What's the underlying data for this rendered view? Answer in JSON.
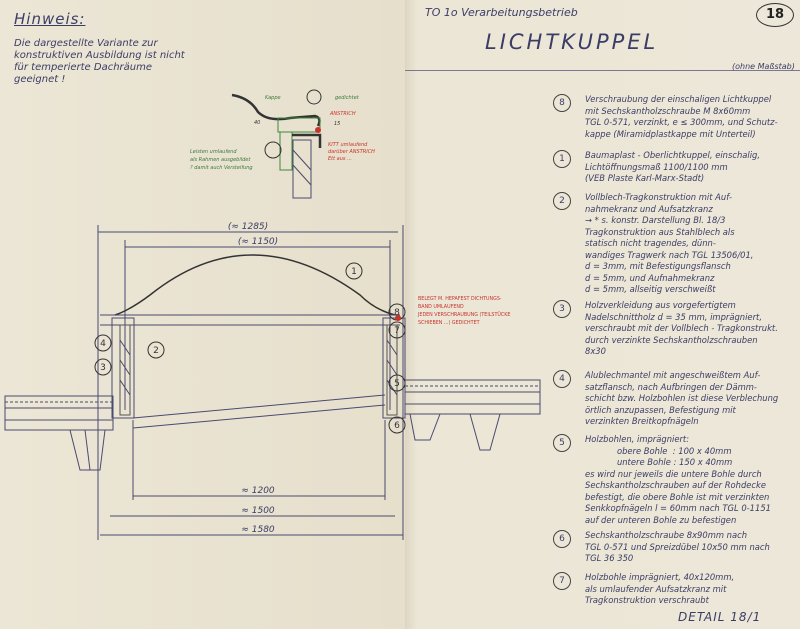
{
  "note": {
    "title": "Hinweis:",
    "text": "Die dargestellte Variante zur\nkonstruktiven Ausbildung ist nicht\nfür temperierte Dachräume\ngeeignet !"
  },
  "header": {
    "subtitle": "TO 1o  Verarbeitungsbetrieb",
    "title": "LICHTKUPPEL",
    "sheet_number": "18",
    "scale_note": "(ohne Maßstab)"
  },
  "drawing": {
    "dimensions": [
      "(≈ 1285)",
      "(≈ 1150)",
      "≈ 1200",
      "≈ 1500",
      "≈ 1580"
    ],
    "callouts": [
      "1",
      "2",
      "3",
      "4",
      "5",
      "6",
      "7",
      "8"
    ],
    "detail_labels": {
      "cap": "Kappe",
      "sealed": "gedichtet",
      "flashing": "ANSTRICH",
      "bars": "Leisten umlaufend\nals Rahmen ausgebildet\n? damit auch Versteifung",
      "putty": "KITT umlaufend\ndarüber ANSTRICH\nEtt aus ...",
      "dim_40": "40",
      "dim_15": "15"
    },
    "red_note": "BELEGT M. HEPAFEST DICHTUNGS-\nBAND UMLAUFEND\nJEDEN VERSCHRAUBUNG (TEILSTÜCKE\nSCHIEBEN ...) GEDICHTET"
  },
  "legend": [
    {
      "num": "8",
      "text": "Verschraubung der einschaligen Lichtkuppel\nmit Sechskantholzschraube M 8x60mm\nTGL 0-571, verzinkt, e ≤ 300mm, und Schutz-\nkappe (Miramidplastkappe mit Unterteil)"
    },
    {
      "num": "1",
      "text": "Baumaplast - Oberlichtkuppel, einschalig,\nLichtöffnungsmaß 1100/1100 mm\n(VEB Plaste Karl-Marx-Stadt)"
    },
    {
      "num": "2",
      "text": "Vollblech-Tragkonstruktion mit Auf-\nnahmekranz und Aufsatzkranz\n→ * s. konstr. Darstellung Bl. 18/3\nTragkonstruktion aus Stahlblech als\nstatisch nicht tragendes, dünn-\nwandiges Tragwerk nach TGL 13506/01,\nd = 3mm, mit Befestigungsflansch\nd = 5mm, und Aufnahmekranz\nd = 5mm, allseitig verschweißt"
    },
    {
      "num": "3",
      "text": "Holzverkleidung aus vorgefertigtem\nNadelschnittholz d = 35 mm, imprägniert,\nverschraubt mit der Vollblech - Tragkonstrukt.\ndurch verzinkte Sechskantholzschrauben\n8x30"
    },
    {
      "num": "4",
      "text": "Alublechmantel mit angeschweißtem Auf-\nsatzflansch, nach Aufbringen der Dämm-\nschicht bzw. Holzbohlen ist diese Verblechung\nörtlich anzupassen, Befestigung mit\nverzinkten Breitkopfnägeln"
    },
    {
      "num": "5",
      "text": "Holzbohlen, imprägniert:\n            obere Bohle  : 100 x 40mm\n            untere Bohle : 150 x 40mm\nes wird nur jeweils die untere Bohle durch\nSechskantholzschrauben auf der Rohdecke\nbefestigt, die obere Bohle ist mit verzinkten\nSenkkopfnägeln l = 60mm nach TGL 0-1151\nauf der unteren Bohle zu befestigen"
    },
    {
      "num": "6",
      "text": "Sechskantholzschraube 8x90mm nach\nTGL 0-571 und Spreizdübel 10x50 mm nach\nTGL 36 350"
    },
    {
      "num": "7",
      "text": "Holzbohle imprägniert, 40x120mm,\nals umlaufender Aufsatzkranz mit\nTragkonstruktion verschraubt"
    }
  ],
  "detail_ref": "DETAIL 18/1"
}
